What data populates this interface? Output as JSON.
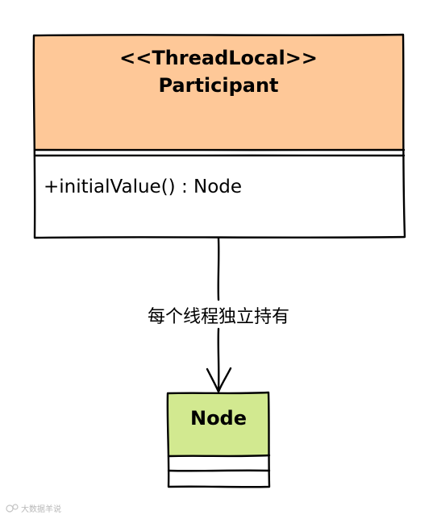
{
  "participant_class": {
    "stereotype": "<<ThreadLocal>>",
    "name": "Participant",
    "methods": [
      "+initialValue() : Node"
    ],
    "header_fill": "#fec898",
    "body_fill": "#ffffff"
  },
  "association": {
    "label": "每个线程独立持有"
  },
  "node_class": {
    "name": "Node",
    "header_fill": "#d2e990",
    "body_fill": "#ffffff"
  },
  "watermark": {
    "text": "大数据羊说",
    "icon": "logo-icon"
  }
}
